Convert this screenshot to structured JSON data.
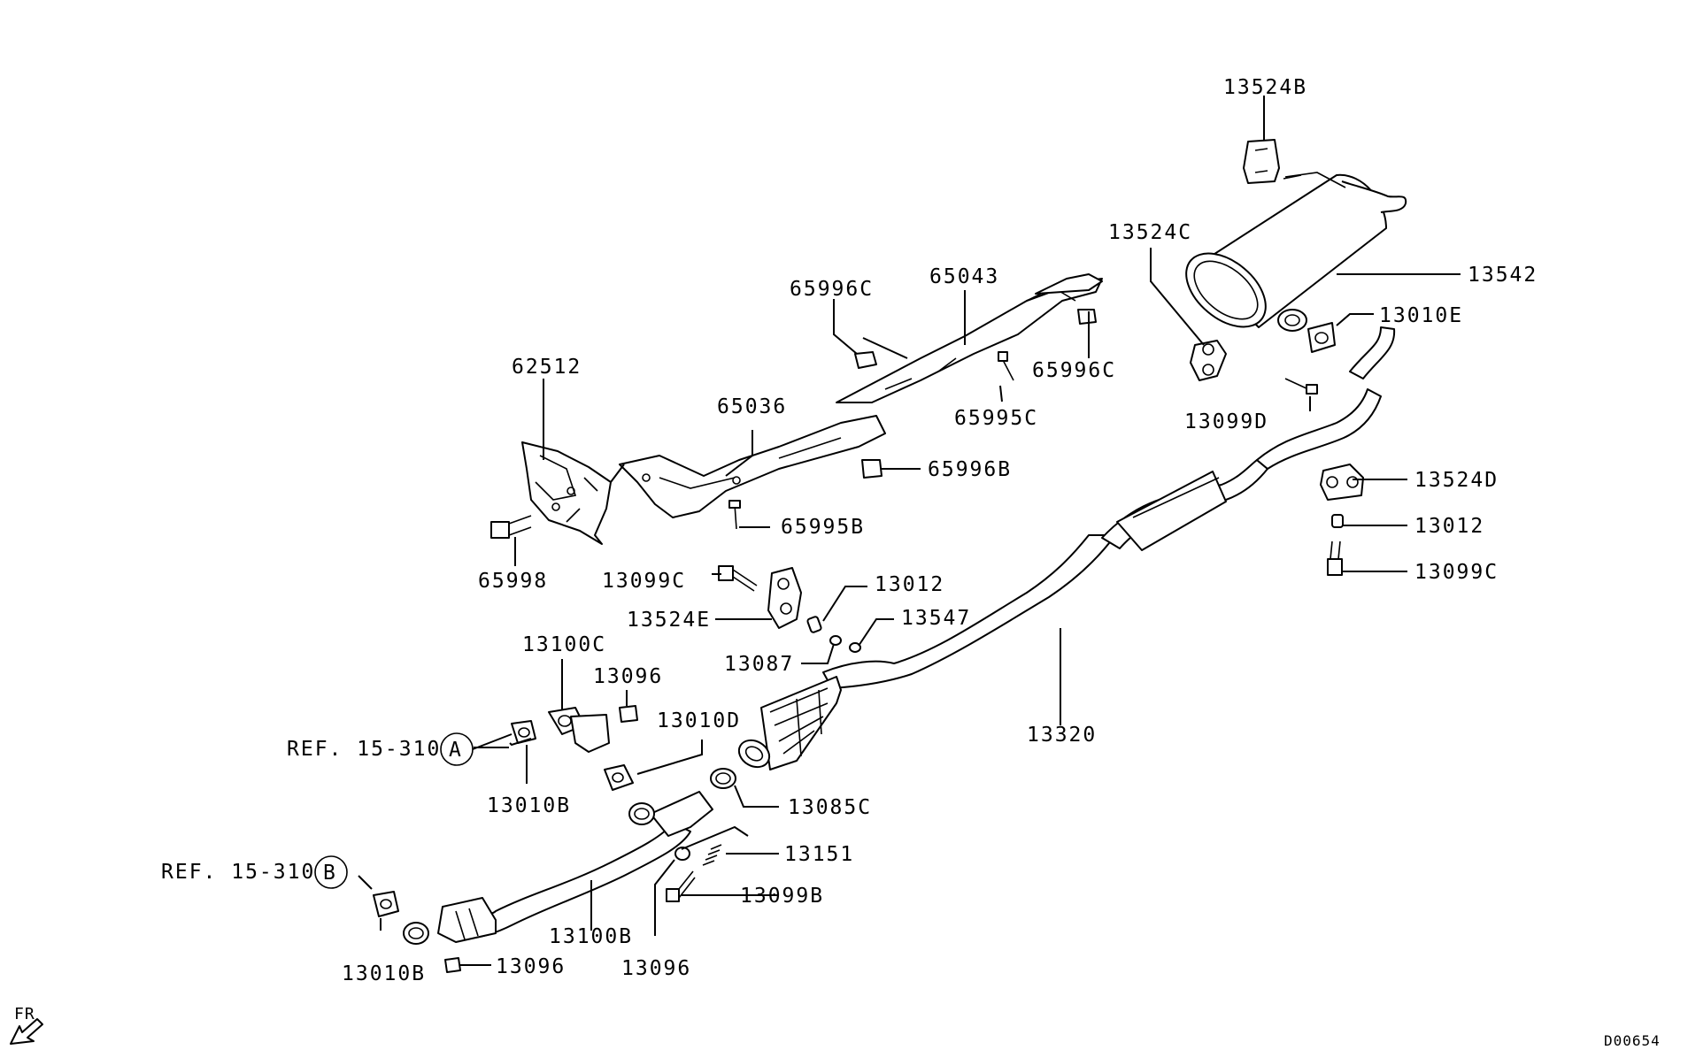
{
  "diagram": {
    "part_labels": {
      "p13524B": "13524B",
      "p13524C": "13524C",
      "p13542": "13542",
      "p13010E": "13010E",
      "p65996C_top": "65996C",
      "p65043": "65043",
      "p65996C_right": "65996C",
      "p65995C": "65995C",
      "p13099D": "13099D",
      "p62512": "62512",
      "p65036": "65036",
      "p65996B": "65996B",
      "p65995B": "65995B",
      "p13524D": "13524D",
      "p13012_right": "13012",
      "p13099C_right": "13099C",
      "p65998": "65998",
      "p13099C_left": "13099C",
      "p13012_mid": "13012",
      "p13524E": "13524E",
      "p13547": "13547",
      "p13087": "13087",
      "p13100C": "13100C",
      "p13096_top": "13096",
      "p13010D": "13010D",
      "p13320": "13320",
      "p13010B_top": "13010B",
      "p13085C": "13085C",
      "p13151": "13151",
      "p13099B": "13099B",
      "p13100B": "13100B",
      "p13010B_bottom": "13010B",
      "p13096_bottom": "13096",
      "p13096_mid": "13096"
    },
    "references": {
      "ref_a_text": "REF. 15-310",
      "ref_a_letter": "A",
      "ref_b_text": "REF. 15-310",
      "ref_b_letter": "B"
    },
    "direction_label": "FR",
    "drawing_id": "D00654"
  }
}
